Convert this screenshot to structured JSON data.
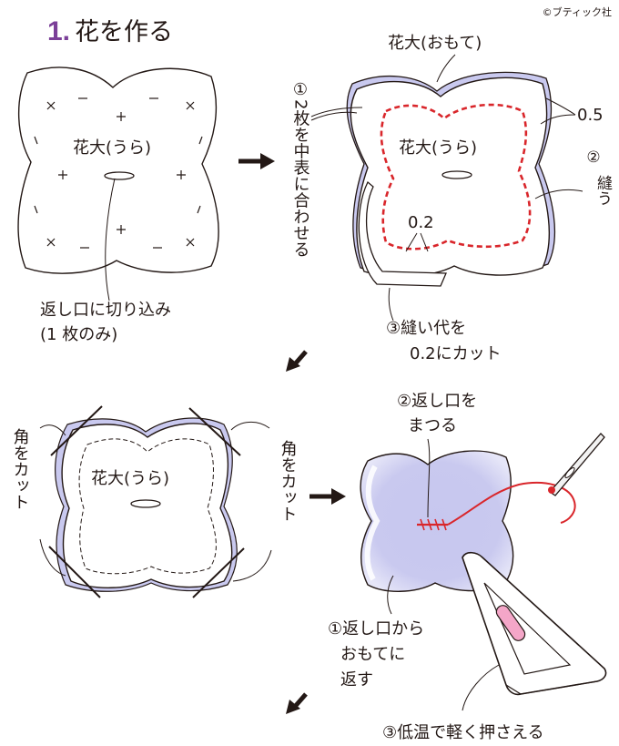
{
  "header": {
    "step_number": "1.",
    "title": "花を作る",
    "copyright": "©ブティック社"
  },
  "panel1": {
    "center_label": "花大(うら)",
    "cut_note_line1": "返し口に切り込み",
    "cut_note_line2": "(1 枚のみ)"
  },
  "panel2": {
    "top_label": "花大(おもて)",
    "center_label": "花大(うら)",
    "vertical_note": "①2枚を中表に合わせる",
    "seam_allowance": "0.5",
    "sew_num": "②",
    "sew_text": "縫う",
    "trim_value": "0.2",
    "trim_line1": "③縫い代を",
    "trim_line2": "0.2にカット"
  },
  "panel3": {
    "center_label": "花大(うら)",
    "corner_left": "角をカット",
    "corner_right": "角をカット"
  },
  "panel4": {
    "blind_line1": "②返し口を",
    "blind_line2": "まつる",
    "turn_line1": "①返し口から",
    "turn_line2": "おもてに",
    "turn_line3": "返す",
    "iron_note": "③低温で軽く押さえる"
  },
  "colors": {
    "accent_purple": "#7b3f98",
    "stitch_red": "#d9262b",
    "fabric_lavender": "#c9c9ef",
    "outline": "#231815",
    "iron_pink": "#f4a6c8"
  }
}
